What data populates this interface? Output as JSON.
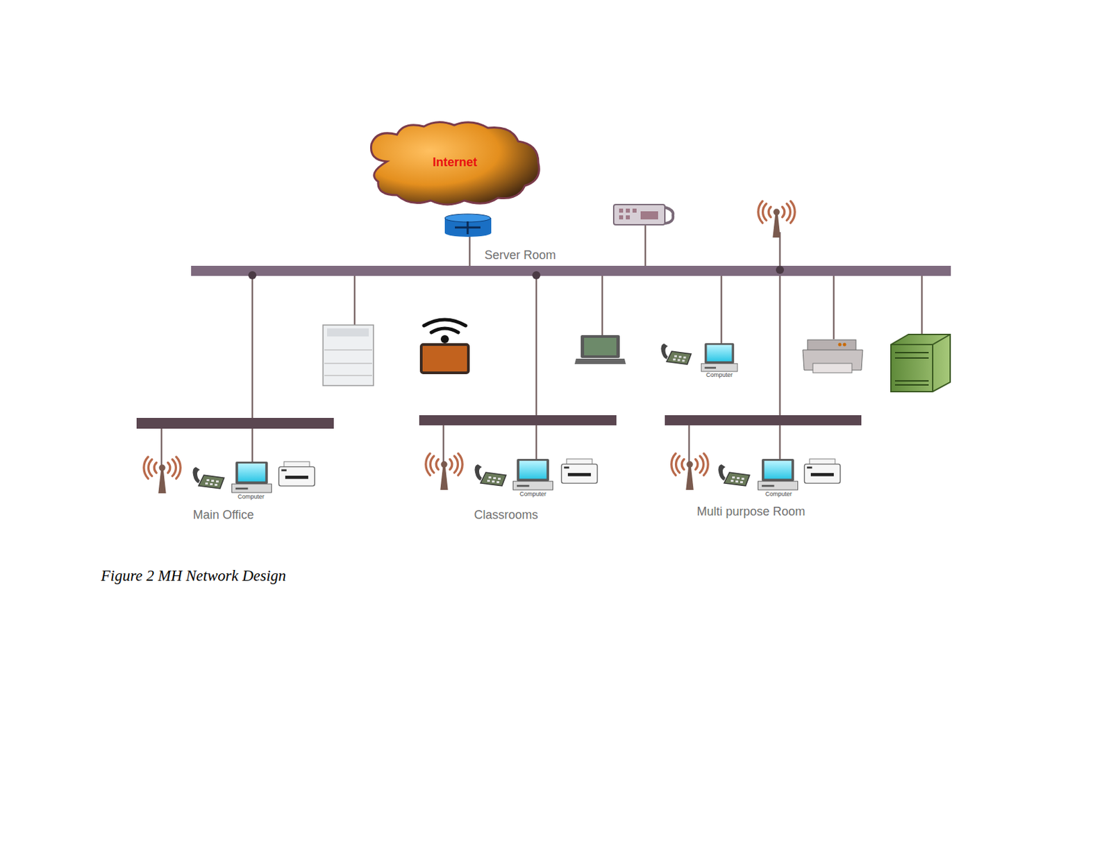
{
  "diagram": {
    "caption": "Figure 2 MH Network Design",
    "nodes": [
      {
        "text": [
          "Internet"
        ]
      }
    ],
    "labels": [
      "Server Room",
      "Computer",
      "Computer",
      "Computer",
      "Computer",
      "Main Office",
      "Classrooms",
      "Multi purpose Room"
    ]
  }
}
